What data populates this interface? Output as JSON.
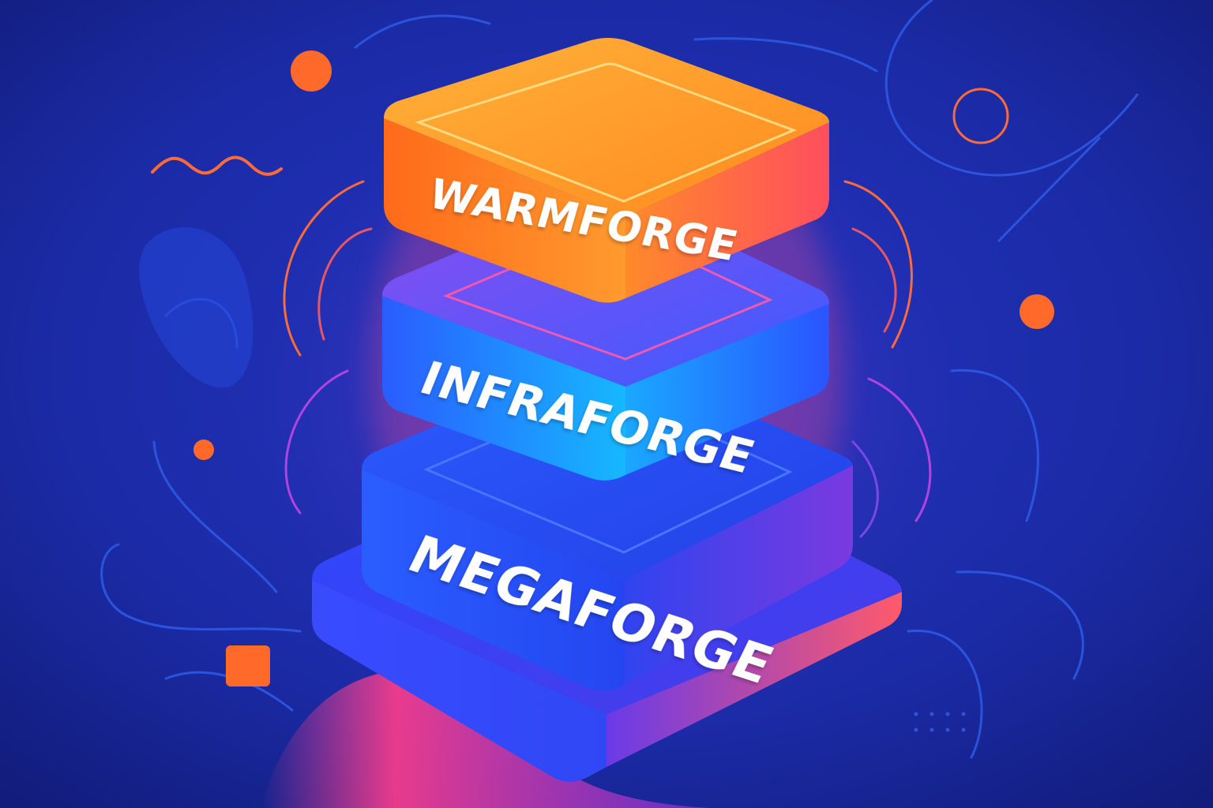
{
  "stack": {
    "top_label": "WARMFORGE",
    "middle_label": "INFRAFORGE",
    "bottom_label": "MEGAFORGE"
  },
  "colors": {
    "background": "#1b2ba6",
    "background_edge": "#14207f",
    "warm_top": "#ffad2a",
    "warm_side": "#ff7a1f",
    "warm_glow": "#ff4d7a",
    "infra_top": "#3d6dff",
    "infra_side": "#1da7ff",
    "mega_top": "#2a4dff",
    "mega_side": "#2f49f0",
    "base_accent": "#ff3d8a",
    "accent_orange": "#ff6a2a",
    "line_blue": "#2f5be8"
  }
}
